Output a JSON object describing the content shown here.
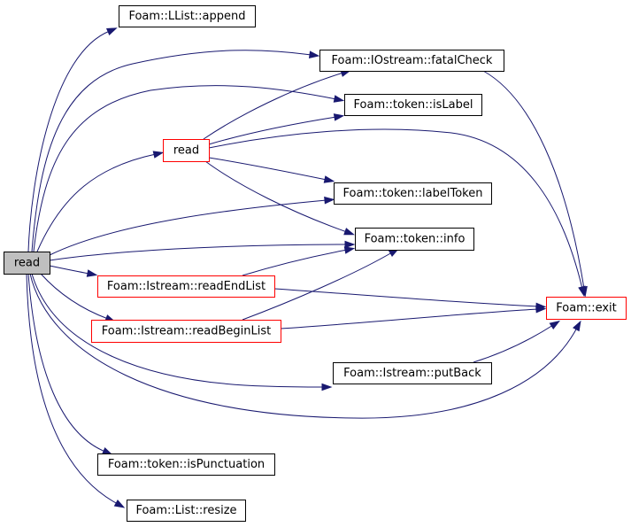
{
  "colors": {
    "edge": "#191970",
    "root_fill": "#bfbfbf",
    "root_stroke": "#000000",
    "normal_fill": "#ffffff",
    "normal_stroke": "#000000",
    "truncated_stroke": "#ff0000",
    "text": "#000000"
  },
  "nodes": [
    {
      "id": "root",
      "label": "read",
      "style": "root"
    },
    {
      "id": "append",
      "label": "Foam::LList::append",
      "style": "normal"
    },
    {
      "id": "fatalCheck",
      "label": "Foam::IOstream::fatalCheck",
      "style": "normal"
    },
    {
      "id": "isLabel",
      "label": "Foam::token::isLabel",
      "style": "normal"
    },
    {
      "id": "read2",
      "label": "read",
      "style": "truncated"
    },
    {
      "id": "labelToken",
      "label": "Foam::token::labelToken",
      "style": "normal"
    },
    {
      "id": "info",
      "label": "Foam::token::info",
      "style": "normal"
    },
    {
      "id": "readEndList",
      "label": "Foam::Istream::readEndList",
      "style": "truncated"
    },
    {
      "id": "exit",
      "label": "Foam::exit",
      "style": "truncated"
    },
    {
      "id": "readBeginList",
      "label": "Foam::Istream::readBeginList",
      "style": "truncated"
    },
    {
      "id": "putBack",
      "label": "Foam::Istream::putBack",
      "style": "normal"
    },
    {
      "id": "isPunctuation",
      "label": "Foam::token::isPunctuation",
      "style": "normal"
    },
    {
      "id": "resize",
      "label": "Foam::List::resize",
      "style": "normal"
    }
  ],
  "edges": [
    {
      "from": "root",
      "to": "append"
    },
    {
      "from": "root",
      "to": "fatalCheck"
    },
    {
      "from": "root",
      "to": "isLabel"
    },
    {
      "from": "root",
      "to": "read2"
    },
    {
      "from": "root",
      "to": "labelToken"
    },
    {
      "from": "root",
      "to": "info"
    },
    {
      "from": "root",
      "to": "readEndList"
    },
    {
      "from": "root",
      "to": "readBeginList"
    },
    {
      "from": "root",
      "to": "putBack"
    },
    {
      "from": "root",
      "to": "exit"
    },
    {
      "from": "root",
      "to": "isPunctuation"
    },
    {
      "from": "root",
      "to": "resize"
    },
    {
      "from": "read2",
      "to": "fatalCheck"
    },
    {
      "from": "read2",
      "to": "isLabel"
    },
    {
      "from": "read2",
      "to": "exit"
    },
    {
      "from": "read2",
      "to": "labelToken"
    },
    {
      "from": "read2",
      "to": "info"
    },
    {
      "from": "fatalCheck",
      "to": "exit"
    },
    {
      "from": "readEndList",
      "to": "info"
    },
    {
      "from": "readEndList",
      "to": "exit"
    },
    {
      "from": "readBeginList",
      "to": "info"
    },
    {
      "from": "readBeginList",
      "to": "exit"
    },
    {
      "from": "putBack",
      "to": "exit"
    }
  ]
}
